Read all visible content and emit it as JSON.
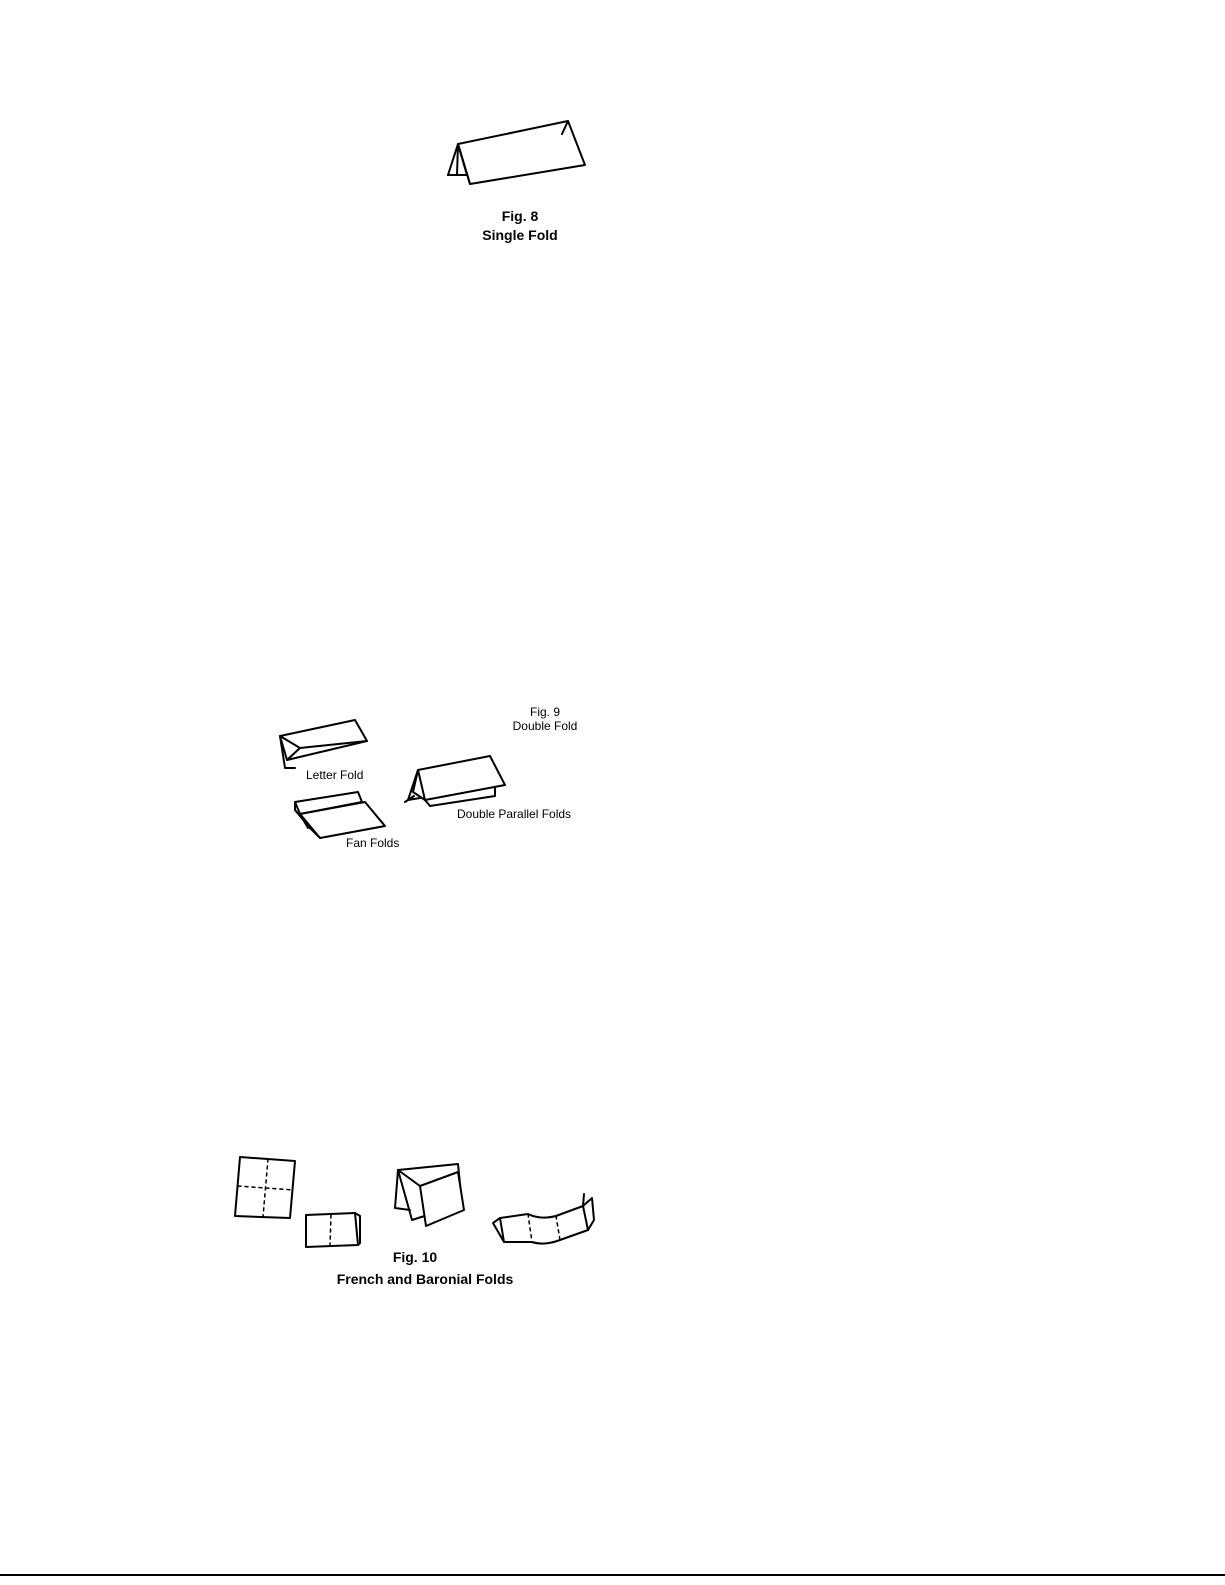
{
  "fig8": {
    "number": "Fig. 8",
    "title": "Single Fold"
  },
  "fig9": {
    "number": "Fig. 9",
    "title": "Double Fold",
    "labels": {
      "letter": "Letter Fold",
      "double_parallel": "Double Parallel Folds",
      "fan": "Fan Folds"
    }
  },
  "fig10": {
    "number": "Fig. 10",
    "title": "French and Baronial Folds"
  }
}
